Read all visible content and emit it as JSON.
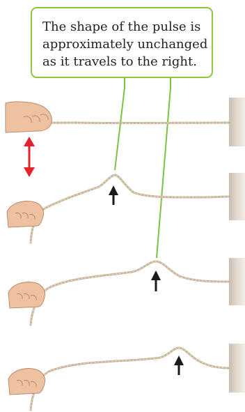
{
  "callout": {
    "lines": [
      "The shape of the pulse is",
      "approximately unchanged",
      "as it travels to the right."
    ]
  },
  "colors": {
    "callout_border": "#8cc63f",
    "callout_pointer": "#7cc242",
    "rope": "#c8b59a",
    "rope_twist": "#f4ece0",
    "wall": "#ddd3c8",
    "skin": "#eec1a0",
    "motion_arrow": "#e2232b",
    "pulse_arrow": "#1a1a1a"
  },
  "panels": [
    {
      "id": "before-pulse",
      "hand_motion_icon": "red-double-arrow-icon"
    },
    {
      "id": "pulse-near-hand",
      "pulse_marker_icon": "up-arrow-icon"
    },
    {
      "id": "pulse-middle",
      "pulse_marker_icon": "up-arrow-icon"
    },
    {
      "id": "pulse-near-wall",
      "pulse_marker_icon": "up-arrow-icon"
    }
  ]
}
